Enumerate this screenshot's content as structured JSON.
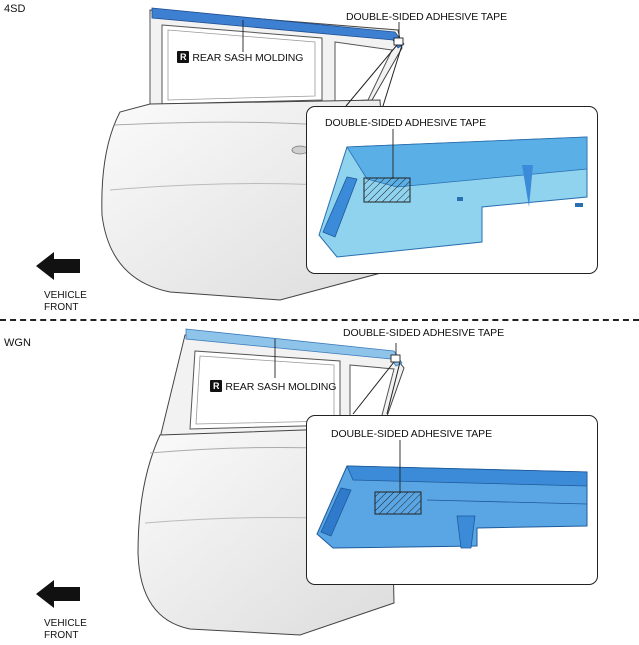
{
  "figure": {
    "panels": [
      {
        "variant": "4SD",
        "tape_label": "DOUBLE-SIDED ADHESIVE TAPE",
        "detail_tape_label": "DOUBLE-SIDED ADHESIVE TAPE",
        "part_badge": "R",
        "part_label": "REAR SASH MOLDING",
        "direction_line1": "VEHICLE",
        "direction_line2": "FRONT"
      },
      {
        "variant": "WGN",
        "tape_label": "DOUBLE-SIDED ADHESIVE TAPE",
        "detail_tape_label": "DOUBLE-SIDED ADHESIVE TAPE",
        "part_badge": "R",
        "part_label": "REAR SASH MOLDING",
        "direction_line1": "VEHICLE",
        "direction_line2": "FRONT"
      }
    ],
    "colors": {
      "molding_4sd": "#3d7fd0",
      "molding_wgn": "#8ec3ea",
      "detail_light": "#8fd3ee",
      "detail_dark": "#3b8bd8",
      "door_fill": "#f4f4f4",
      "line": "#222222"
    }
  }
}
